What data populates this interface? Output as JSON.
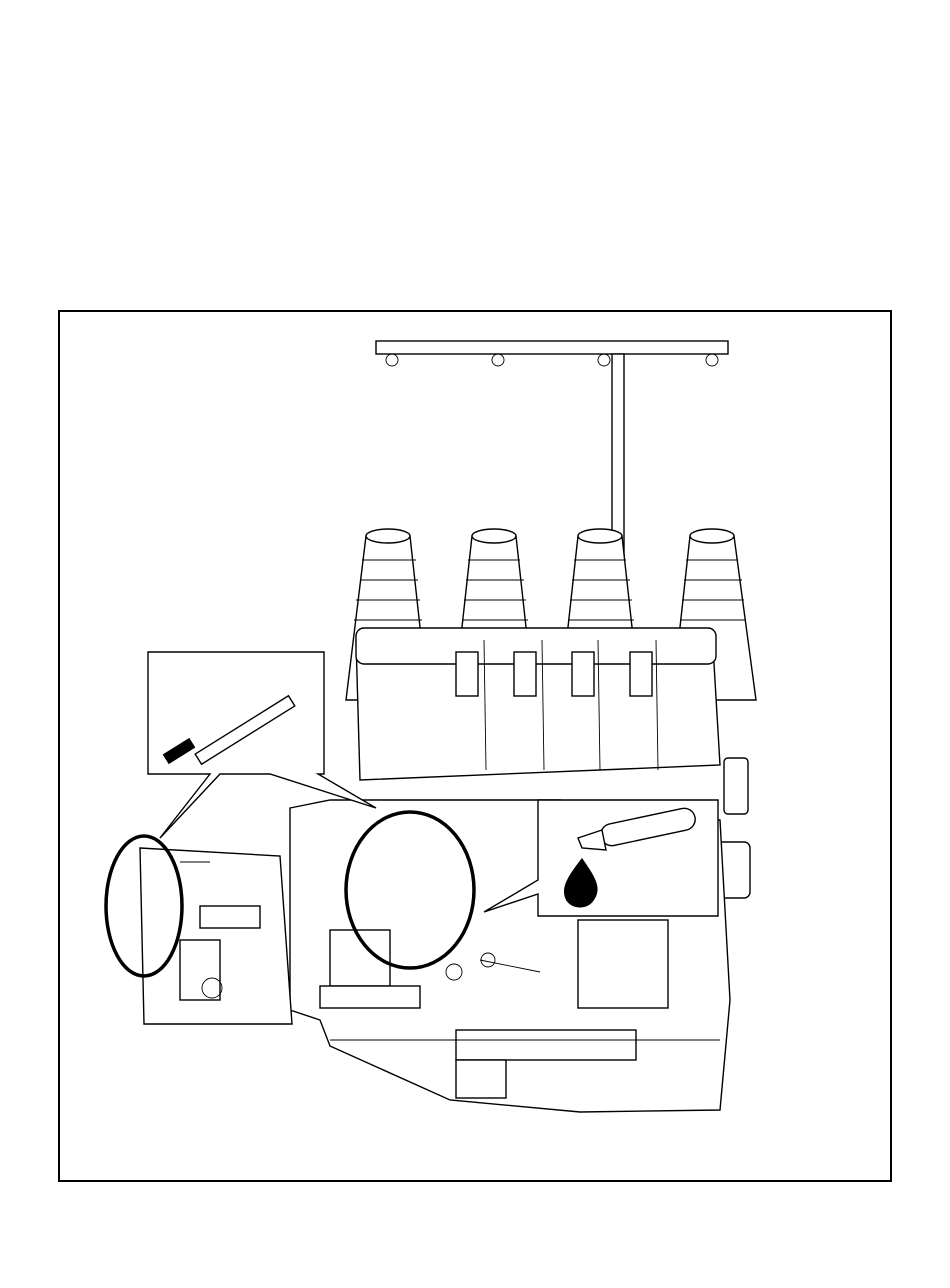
{
  "figure": {
    "subject": "overlock-machine-oiling-and-cleaning",
    "callouts": [
      {
        "id": "brush",
        "icon": "cleaning-brush-icon"
      },
      {
        "id": "oil",
        "icon": "oil-can-icon"
      }
    ],
    "colors": {
      "line": "#000000",
      "background": "#ffffff"
    }
  }
}
